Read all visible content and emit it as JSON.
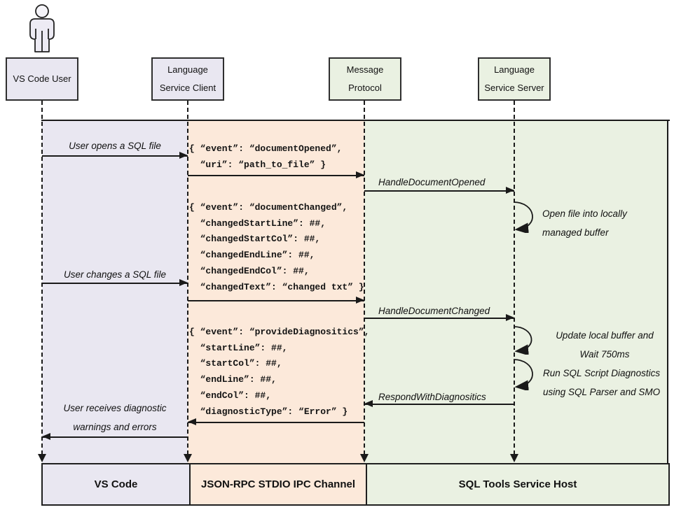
{
  "colors": {
    "vscode_lane": "#E9E7F1",
    "ipc_lane": "#FCE9DA",
    "host_lane": "#EAF1E2",
    "line": "#1A1A1A"
  },
  "participants": {
    "user": "VS Code User",
    "client": "Language\nService Client",
    "protocol": "Message\nProtocol",
    "server": "Language\nService Server"
  },
  "user_actions": {
    "open_file": "User opens a SQL file",
    "change_file": "User changes a SQL file",
    "receive_diagnostics": "User receives diagnostic\nwarnings and errors"
  },
  "server_calls": {
    "handle_opened": "HandleDocumentOpened",
    "handle_changed": "HandleDocumentChanged",
    "respond_diagnostics": "RespondWithDiagnositics"
  },
  "server_activities": {
    "open_buffer": "Open file into locally\nmanaged buffer",
    "update_buffer": "Update local buffer and\nWait 750ms",
    "run_diagnostics": "Run SQL Script Diagnostics\nusing SQL Parser and SMO"
  },
  "payloads": {
    "document_opened": "{ “event”: “documentOpened”,\n  “uri”: “path_to_file” }",
    "document_changed": "{ “event”: “documentChanged”,\n  “changedStartLine”: ##,\n  “changedStartCol”: ##,\n  “changedEndLine”: ##,\n  “changedEndCol”: ##,\n  “changedText”: “changed txt” }",
    "provide_diagnostics": "{ “event”: “provideDiagnositics”,\n  “startLine”: ##,\n  “startCol”: ##,\n  “endLine”: ##,\n  “endCol”: ##,\n  “diagnosticType”: “Error” }"
  },
  "footers": {
    "vscode": "VS Code",
    "ipc": "JSON-RPC STDIO IPC Channel",
    "host": "SQL Tools Service Host"
  }
}
